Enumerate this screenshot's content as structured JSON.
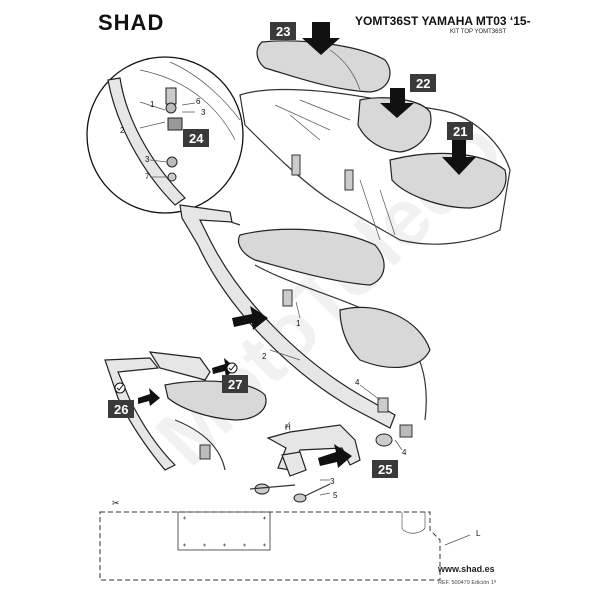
{
  "header": {
    "logo": "SHAD",
    "title": "YOMT36ST YAMAHA MT03 ‘15-",
    "subtitle": "KIT TOP YOMT36ST"
  },
  "steps": {
    "s21": "21",
    "s22": "22",
    "s23": "23",
    "s24": "24",
    "s25": "25",
    "s26": "26",
    "s27": "27"
  },
  "parts": {
    "p1": "1",
    "p2": "2",
    "p3": "3",
    "p4": "4",
    "p5": "5",
    "p6": "6",
    "p7": "7",
    "pH": "H",
    "pL": "L"
  },
  "footer": {
    "url": "www.shad.es",
    "ref": "REF. 500479 Edición 1ª"
  },
  "watermark": "MotoToledo"
}
